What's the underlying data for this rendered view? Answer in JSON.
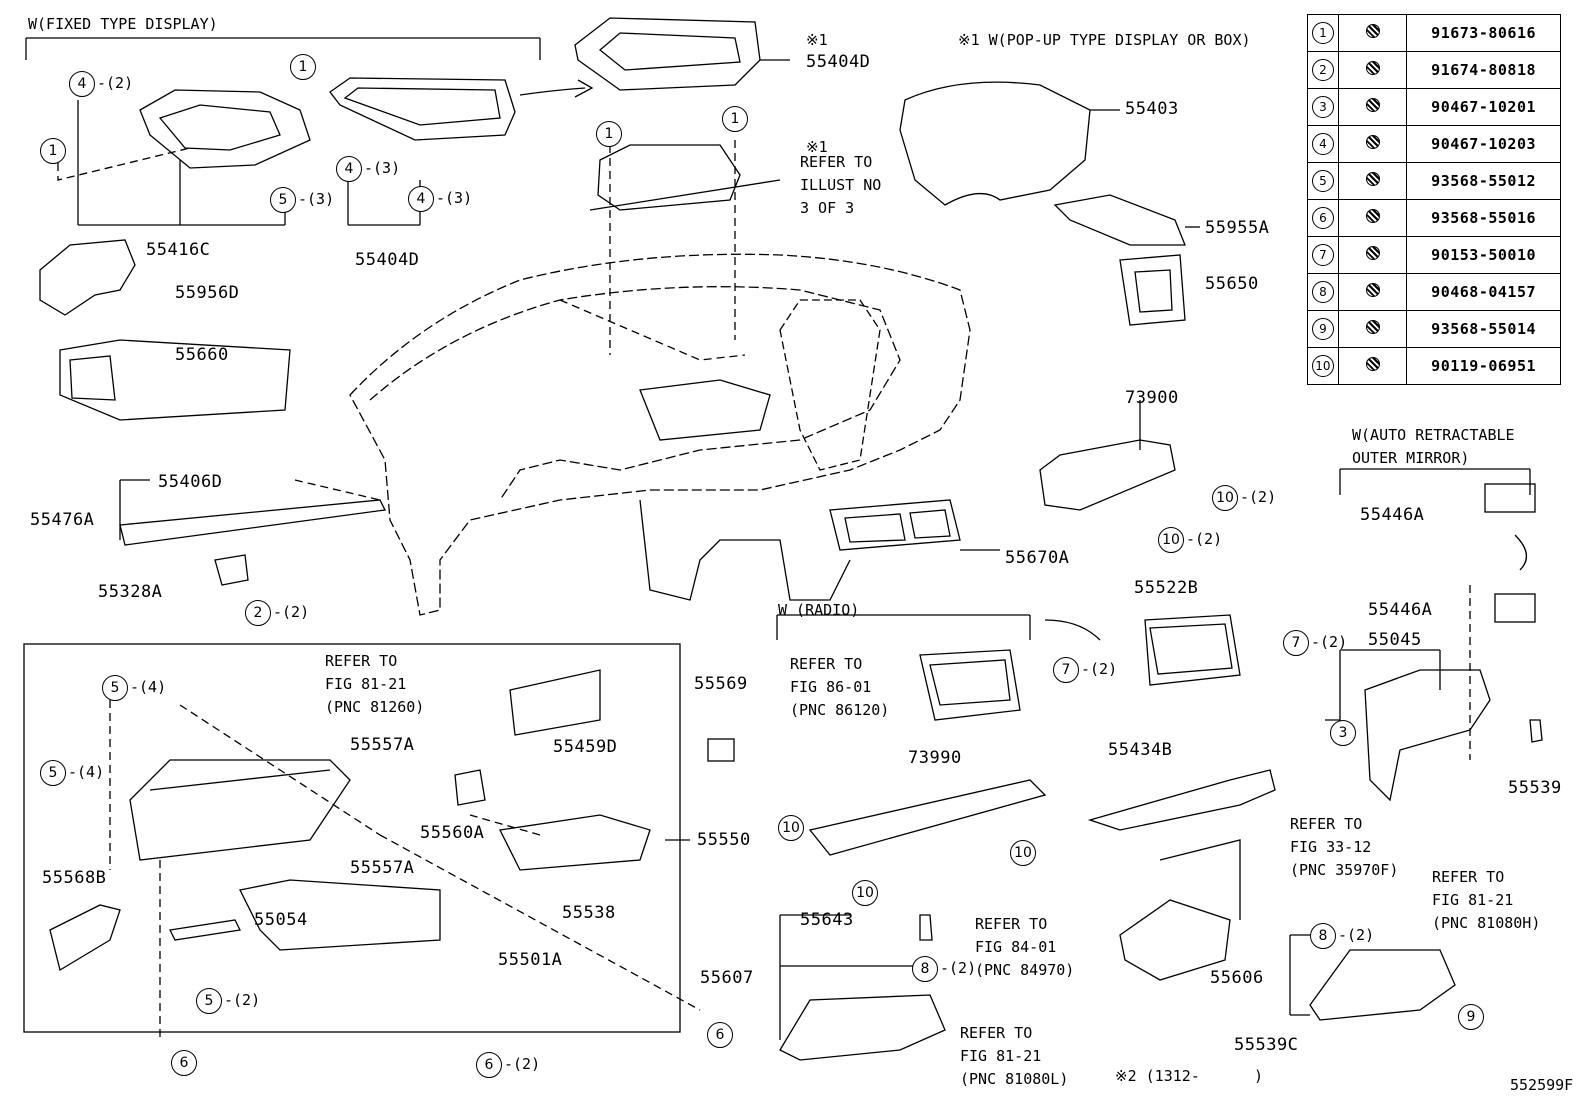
{
  "figure_code": "552599F",
  "variant_labels": {
    "fixed_display": "W(FIXED TYPE DISPLAY)",
    "popup_display": "※1 W(POP-UP TYPE DISPLAY OR BOX)",
    "radio": "W (RADIO)",
    "auto_retract_line1": "W(AUTO RETRACTABLE",
    "auto_retract_line2": "OUTER MIRROR)",
    "mark1": "※1",
    "mark2_note": "※2 (1312-      )"
  },
  "refer_note_1": [
    "※1",
    "REFER TO",
    "ILLUST NO",
    "3 OF 3"
  ],
  "fasteners": [
    {
      "num": "1",
      "icon": "screw-icon",
      "part": "91673-80616"
    },
    {
      "num": "2",
      "icon": "screw-icon",
      "part": "91674-80818"
    },
    {
      "num": "3",
      "icon": "clip-icon",
      "part": "90467-10201"
    },
    {
      "num": "4",
      "icon": "clip-icon",
      "part": "90467-10203"
    },
    {
      "num": "5",
      "icon": "screw-icon",
      "part": "93568-55012"
    },
    {
      "num": "6",
      "icon": "screw-icon",
      "part": "93568-55016"
    },
    {
      "num": "7",
      "icon": "screw-icon",
      "part": "90153-50010"
    },
    {
      "num": "8",
      "icon": "nut-icon",
      "part": "90468-04157"
    },
    {
      "num": "9",
      "icon": "screw-icon",
      "part": "93568-55014"
    },
    {
      "num": "10",
      "icon": "screw-icon",
      "part": "90119-06951"
    }
  ],
  "parts": {
    "p55416C": "55416C",
    "p55404D_a": "55404D",
    "p55404D_b": "55404D",
    "p55956D": "55956D",
    "p55660": "55660",
    "p55406D": "55406D",
    "p55476A": "55476A",
    "p55328A": "55328A",
    "p55403": "55403",
    "p55955A": "55955A",
    "p55650": "55650",
    "p73900": "73900",
    "p55670A": "55670A",
    "p55446A_a": "55446A",
    "p55446A_b": "55446A",
    "p55045": "55045",
    "p55539": "55539",
    "p55522B": "55522B",
    "p55434B": "55434B",
    "p73990": "73990",
    "p55569": "55569",
    "p55459D": "55459D",
    "p55557A_a": "55557A",
    "p55557A_b": "55557A",
    "p55560A": "55560A",
    "p55550": "55550",
    "p55538": "55538",
    "p55568B": "55568B",
    "p55054": "55054",
    "p55501A": "55501A",
    "p55643": "55643",
    "p55607": "55607",
    "p55606": "55606",
    "p55539C": "55539C"
  },
  "refer_notes": {
    "r81260": [
      "REFER TO",
      "FIG 81-21",
      "(PNC 81260)"
    ],
    "r86120": [
      "REFER TO",
      "FIG 86-01",
      "(PNC 86120)"
    ],
    "r35970": [
      "REFER TO",
      "FIG 33-12",
      "(PNC 35970F)"
    ],
    "r81080h": [
      "REFER TO",
      "FIG 81-21",
      "(PNC 81080H)"
    ],
    "r84970": [
      "REFER TO",
      "FIG 84-01",
      "(PNC 84970)"
    ],
    "r81080l": [
      "REFER TO",
      "FIG 81-21",
      "(PNC 81080L)"
    ]
  },
  "callouts": [
    {
      "num": "4",
      "qty": "-(2)"
    },
    {
      "num": "1",
      "qty": ""
    },
    {
      "num": "1",
      "qty": ""
    },
    {
      "num": "5",
      "qty": "-(3)"
    },
    {
      "num": "4",
      "qty": "-(3)"
    },
    {
      "num": "4",
      "qty": "-(3)"
    },
    {
      "num": "1",
      "qty": ""
    },
    {
      "num": "1",
      "qty": ""
    },
    {
      "num": "2",
      "qty": "-(2)"
    },
    {
      "num": "10",
      "qty": "-(2)"
    },
    {
      "num": "10",
      "qty": "-(2)"
    },
    {
      "num": "7",
      "qty": "-(2)"
    },
    {
      "num": "7",
      "qty": "-(2)"
    },
    {
      "num": "3",
      "qty": ""
    },
    {
      "num": "5",
      "qty": "-(4)"
    },
    {
      "num": "5",
      "qty": "-(4)"
    },
    {
      "num": "5",
      "qty": "-(2)"
    },
    {
      "num": "6",
      "qty": ""
    },
    {
      "num": "6",
      "qty": "-(2)"
    },
    {
      "num": "6",
      "qty": ""
    },
    {
      "num": "10",
      "qty": ""
    },
    {
      "num": "10",
      "qty": ""
    },
    {
      "num": "10",
      "qty": ""
    },
    {
      "num": "8",
      "qty": "-(2)"
    },
    {
      "num": "8",
      "qty": "-(2)"
    },
    {
      "num": "9",
      "qty": ""
    }
  ]
}
